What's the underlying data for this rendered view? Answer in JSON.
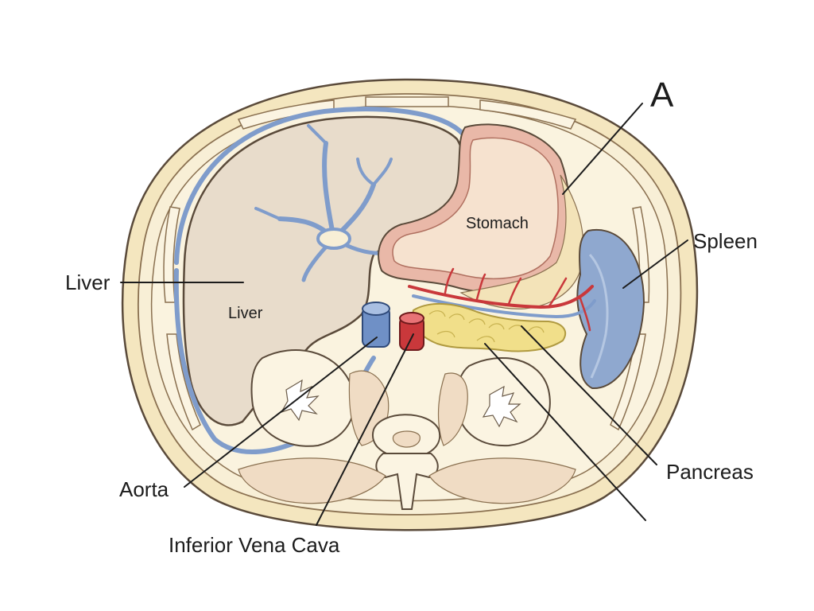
{
  "labels": {
    "figure_letter": "A",
    "liver_outer": "Liver",
    "liver_inner": "Liver",
    "stomach": "Stomach",
    "spleen": "Spleen",
    "pancreas": "Pancreas",
    "aorta": "Aorta",
    "ivc": "Inferior Vena Cava"
  },
  "colors": {
    "outline": "#5a4a3a",
    "skin_outer": "#f4e6bf",
    "skin_inner": "#f8efd6",
    "fat": "#faf3df",
    "liver": "#e8dccb",
    "vein_blue": "#7f9ccb",
    "artery_red": "#c9383b",
    "stomach": "#f6e2cf",
    "stomach_wall": "#e9b8a8",
    "spleen": "#8fa8cf",
    "pancreas": "#f1df8a",
    "bone": "#fbf4e2",
    "muscle": "#f0dcc4"
  }
}
